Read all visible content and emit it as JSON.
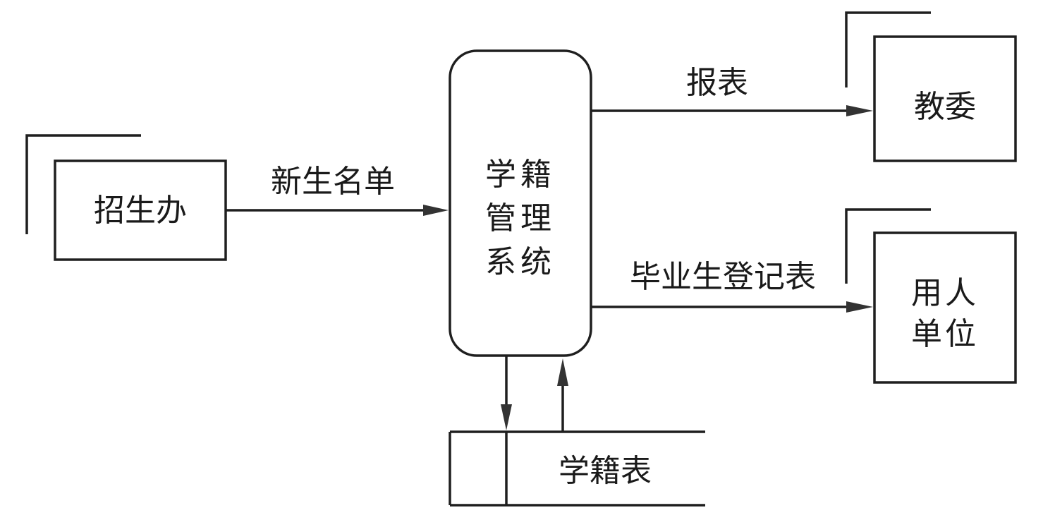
{
  "diagram": {
    "type": "data-flow-diagram (context level)",
    "process": {
      "lines": [
        "学籍",
        "管理",
        "系统"
      ]
    },
    "external_entities": [
      {
        "id": "zhaoshengban",
        "lines": [
          "招生办"
        ]
      },
      {
        "id": "jiaowei",
        "lines": [
          "教委"
        ]
      },
      {
        "id": "yongren",
        "lines": [
          "用人",
          "单位"
        ]
      }
    ],
    "data_store": {
      "label": "学籍表"
    },
    "flows": [
      {
        "from": "招生办",
        "to": "学籍管理系统",
        "label": "新生名单"
      },
      {
        "from": "学籍管理系统",
        "to": "教委",
        "label": "报表"
      },
      {
        "from": "学籍管理系统",
        "to": "用人单位",
        "label": "毕业生登记表"
      },
      {
        "from": "学籍管理系统",
        "to": "学籍表",
        "label": ""
      },
      {
        "from": "学籍表",
        "to": "学籍管理系统",
        "label": ""
      }
    ]
  }
}
